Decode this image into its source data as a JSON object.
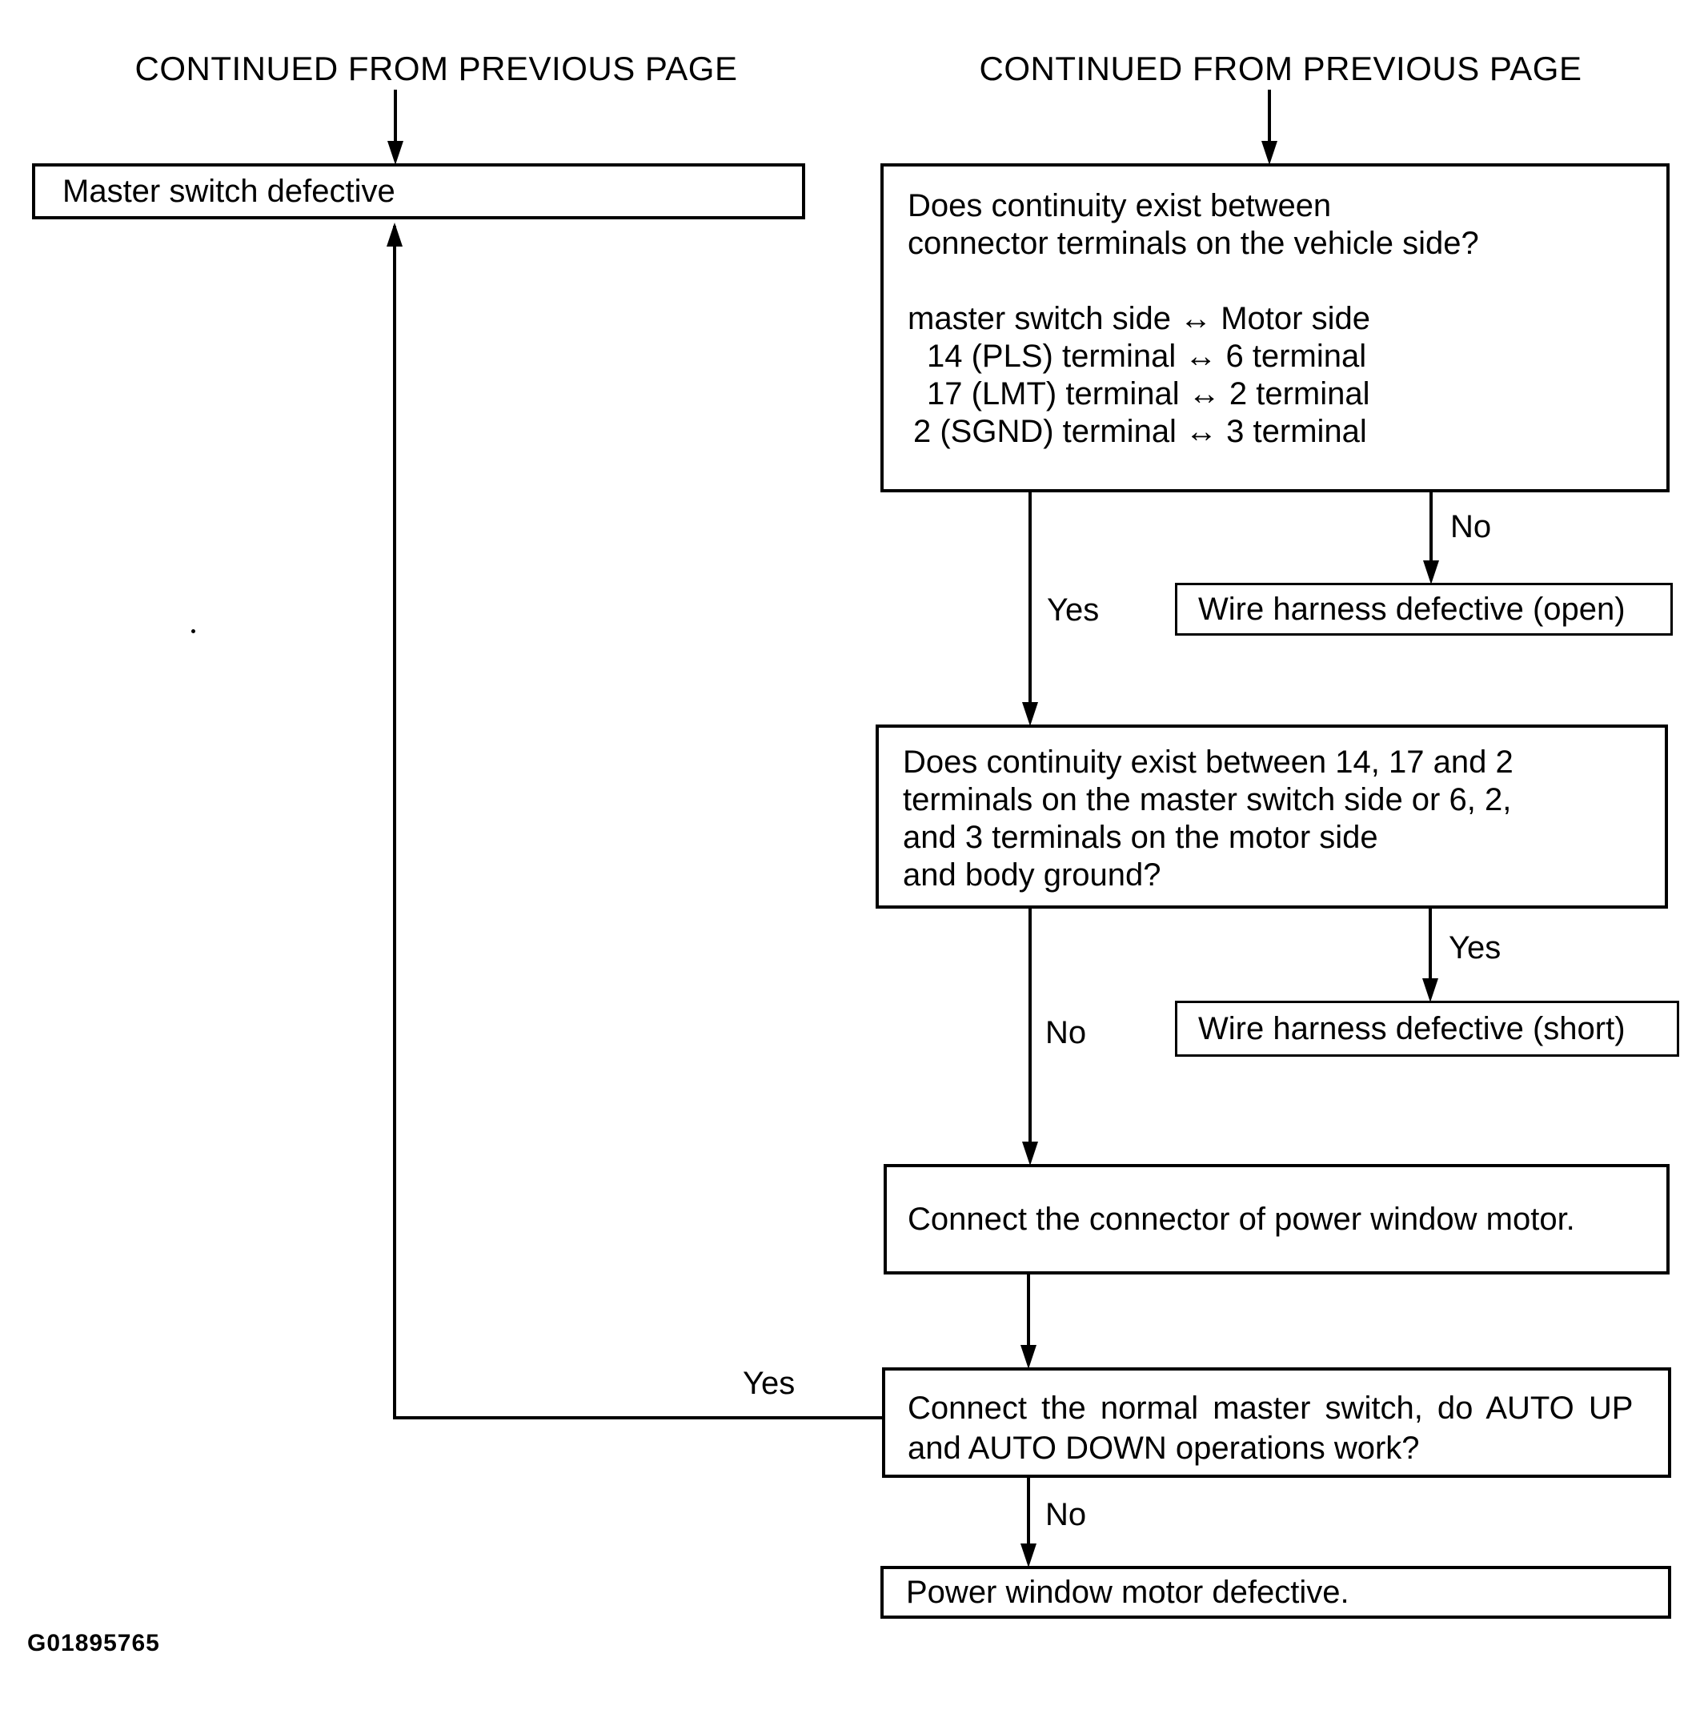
{
  "headers": {
    "left": "CONTINUED FROM PREVIOUS PAGE",
    "right": "CONTINUED FROM PREVIOUS PAGE"
  },
  "boxes": {
    "master_switch_defective": {
      "label": "Master switch defective"
    },
    "continuity_vehicle": {
      "lines": [
        "Does continuity exist between",
        "connector terminals on the vehicle side?",
        "",
        "master switch side ↔ Motor side",
        "14 (PLS) terminal ↔ 6 terminal",
        "17 (LMT) terminal ↔ 2 terminal",
        "2 (SGND) terminal ↔ 3 terminal"
      ]
    },
    "wire_harness_open": {
      "label": "Wire harness defective (open)"
    },
    "continuity_ground": {
      "lines": [
        "Does continuity exist between 14, 17 and 2",
        "terminals on the master switch side or 6, 2,",
        "and 3 terminals on the motor side",
        "and body ground?"
      ]
    },
    "wire_harness_short": {
      "label": "Wire harness defective (short)"
    },
    "connect_motor_connector": {
      "label": "Connect the connector of power window motor."
    },
    "connect_normal_master_switch": {
      "lines": [
        "Connect the normal master switch, do AUTO UP",
        "and AUTO DOWN operations work?"
      ]
    },
    "power_window_motor_defective": {
      "label": "Power window motor defective."
    }
  },
  "branch_labels": {
    "yes1": "Yes",
    "no1": "No",
    "no2": "No",
    "yes2": "Yes",
    "yes3": "Yes",
    "no3": "No"
  },
  "figure_code": "G01895765",
  "colors": {
    "ink": "#000000",
    "paper": "#ffffff"
  }
}
